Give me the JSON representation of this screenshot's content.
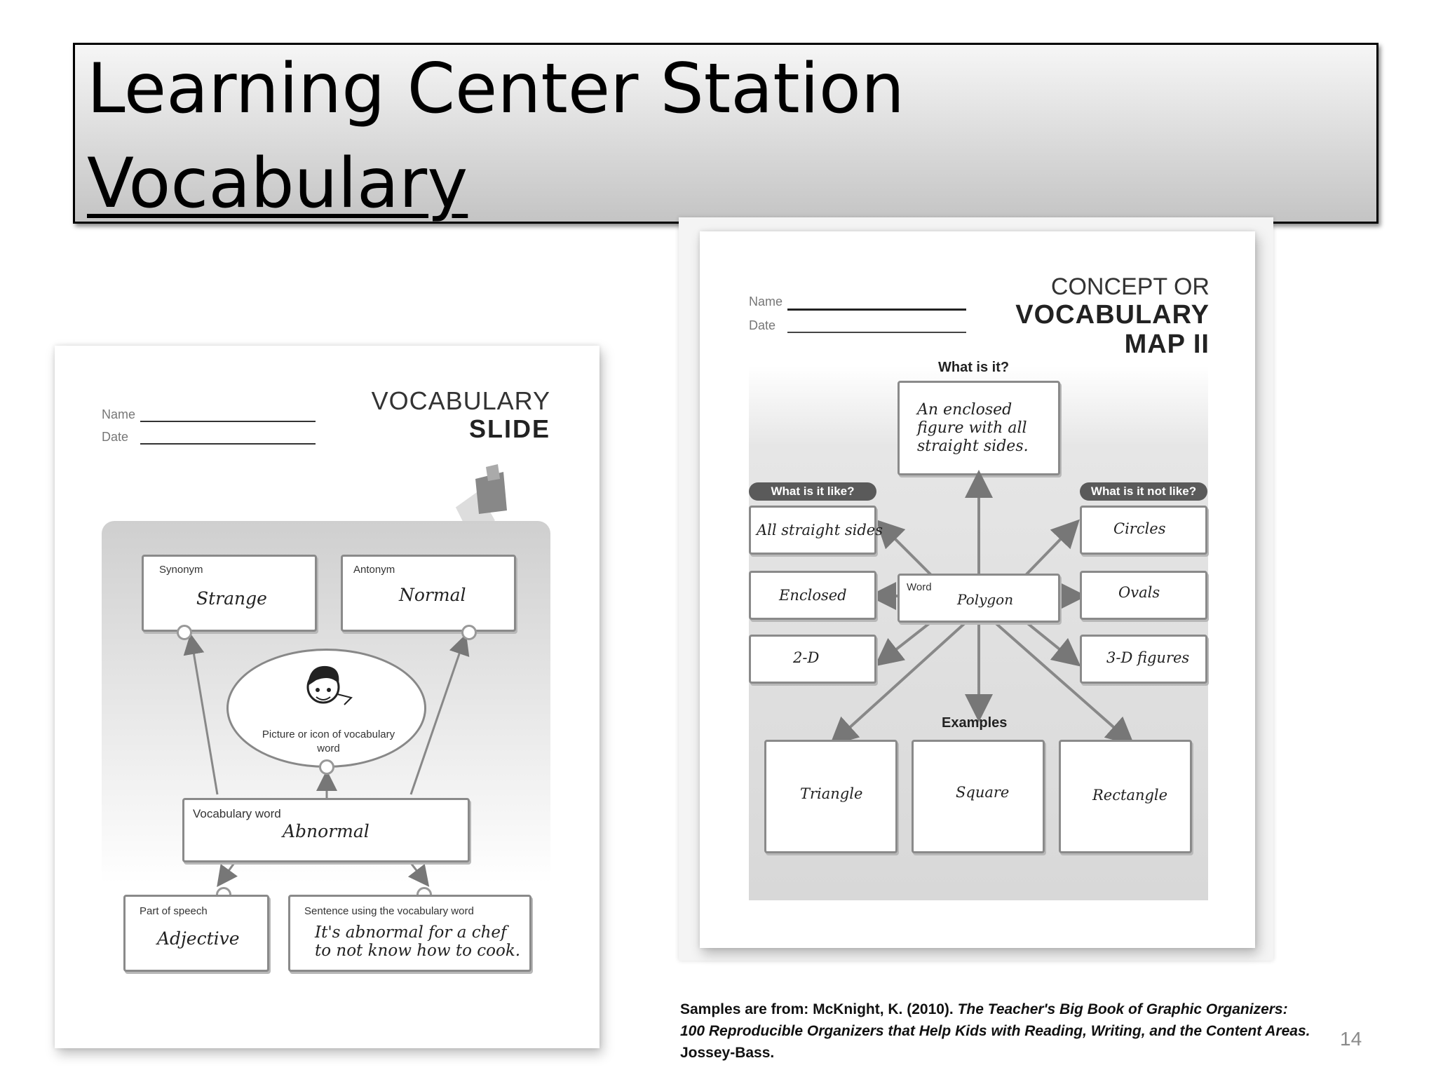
{
  "slide": {
    "title_line_1": "Learning Center Station",
    "title_line_2": "Vocabulary",
    "page_number": "14"
  },
  "vocab_slide": {
    "name_label": "Name",
    "date_label": "Date",
    "title_top": "VOCABULARY",
    "title_bottom": "SLIDE",
    "synonym_label": "Synonym",
    "synonym_value": "Strange",
    "antonym_label": "Antonym",
    "antonym_value": "Normal",
    "picture_label": "Picture or icon of vocabulary word",
    "word_label": "Vocabulary word",
    "word_value": "Abnormal",
    "pos_label": "Part of speech",
    "pos_value": "Adjective",
    "sentence_label": "Sentence using the vocabulary word",
    "sentence_line_1": "It's abnormal for a chef",
    "sentence_line_2": "to not know how to cook."
  },
  "concept_map": {
    "name_label": "Name",
    "date_label": "Date",
    "title_line_1": "CONCEPT OR",
    "title_line_2": "VOCABULARY",
    "title_line_3": "MAP II",
    "what_is_it_label": "What is it?",
    "what_is_it_value": "An enclosed figure with all straight sides.",
    "like_label": "What is it like?",
    "not_like_label": "What is it not like?",
    "like_items": [
      "All straight sides",
      "Enclosed",
      "2-D"
    ],
    "not_like_items": [
      "Circles",
      "Ovals",
      "3-D figures"
    ],
    "word_label": "Word",
    "word_value": "Polygon",
    "examples_label": "Examples",
    "examples": [
      "Triangle",
      "Square",
      "Rectangle"
    ]
  },
  "citation": {
    "prefix": "Samples are from: McKnight, K. (2010). ",
    "book_title": "The Teacher's Big Book of Graphic Organizers: 100 Reproducible Organizers that Help Kids with Reading, Writing, and the Content Areas.",
    "suffix": " Jossey-Bass."
  }
}
